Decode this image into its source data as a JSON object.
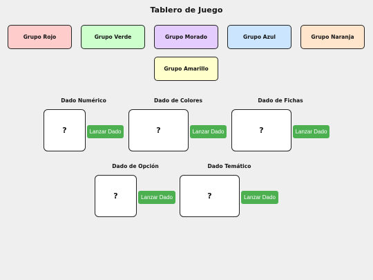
{
  "board": {
    "title": "Tablero de Juego"
  },
  "groups": [
    {
      "label": "Grupo Rojo",
      "color": "#ffcccc"
    },
    {
      "label": "Grupo Verde",
      "color": "#ccffcc"
    },
    {
      "label": "Grupo Morado",
      "color": "#e5ccff"
    },
    {
      "label": "Grupo Azul",
      "color": "#cce5ff"
    },
    {
      "label": "Grupo Naranja",
      "color": "#ffe5cc"
    },
    {
      "label": "Grupo Amarillo",
      "color": "#ffffcc"
    }
  ],
  "dice": [
    {
      "label": "Dado Numérico",
      "face": "?",
      "button": "Lanzar Dado"
    },
    {
      "label": "Dado de Colores",
      "face": "?",
      "button": "Lanzar Dado"
    },
    {
      "label": "Dado de Fichas",
      "face": "?",
      "button": "Lanzar Dado"
    },
    {
      "label": "Dado de Opción",
      "face": "?",
      "button": "Lanzar Dado"
    },
    {
      "label": "Dado Temático",
      "face": "?",
      "button": "Lanzar Dado"
    }
  ],
  "colors": {
    "background": "#efefef",
    "button": "#4caf50",
    "button_text": "#ffffff"
  }
}
